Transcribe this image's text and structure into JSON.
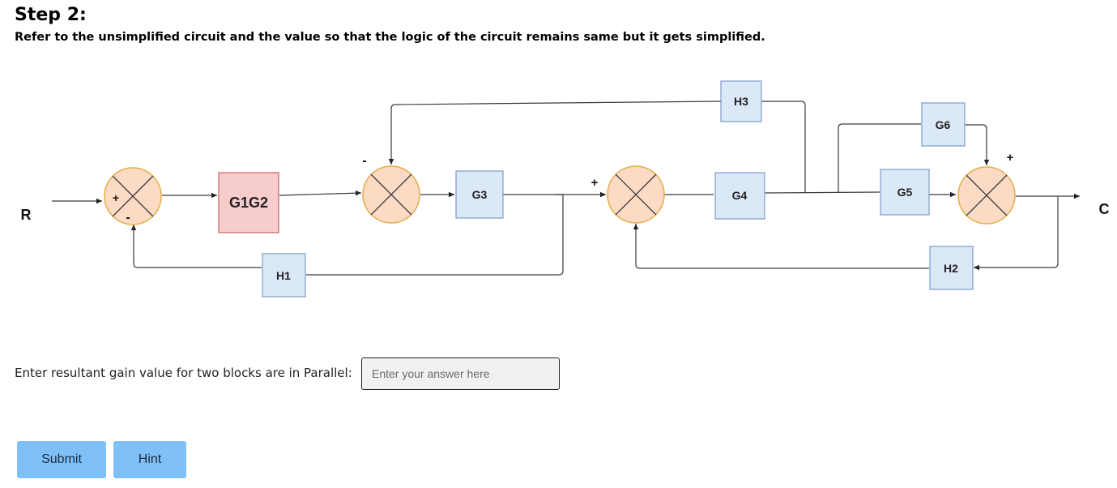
{
  "header": {
    "step_title": "Step 2:",
    "instructions": "Refer to the unsimplified circuit and the value so that the logic of the circuit remains same but it gets simplified."
  },
  "diagram": {
    "input_label": "R",
    "output_label": "C",
    "blocks": {
      "g1g2": "G1G2",
      "g3": "G3",
      "g4": "G4",
      "g5": "G5",
      "g6": "G6",
      "h1": "H1",
      "h2": "H2",
      "h3": "H3"
    },
    "signs": {
      "sj1_plus": "+",
      "sj1_minus": "-",
      "sj2_minus": "-",
      "sj3_plus": "+",
      "sj4_plus": "+"
    },
    "colors": {
      "summing_fill": "#fcdac4",
      "summing_stroke": "#e3ae4a",
      "block_fill": "#dbe8f8",
      "block_stroke": "#7d9cc9",
      "highlight_fill": "#f6cccc",
      "highlight_stroke": "#c86464"
    }
  },
  "question": {
    "label": "Enter resultant gain value for two blocks are in Parallel:",
    "placeholder": "Enter your answer here",
    "value": ""
  },
  "buttons": {
    "submit": "Submit",
    "hint": "Hint"
  }
}
